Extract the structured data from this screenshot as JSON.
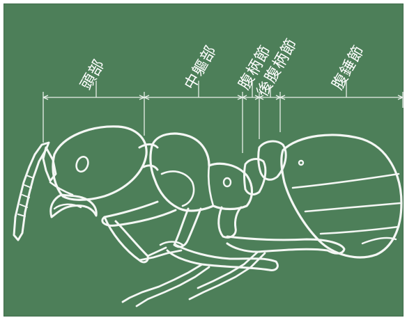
{
  "labels": {
    "head": "頭部",
    "mesosoma": "中軀部",
    "petiole": "腹柄節",
    "postpetiole": "後腹柄節",
    "gaster": "腹錘節"
  },
  "colors": {
    "board": "#4d7f59",
    "line": "#f4f7f4"
  }
}
